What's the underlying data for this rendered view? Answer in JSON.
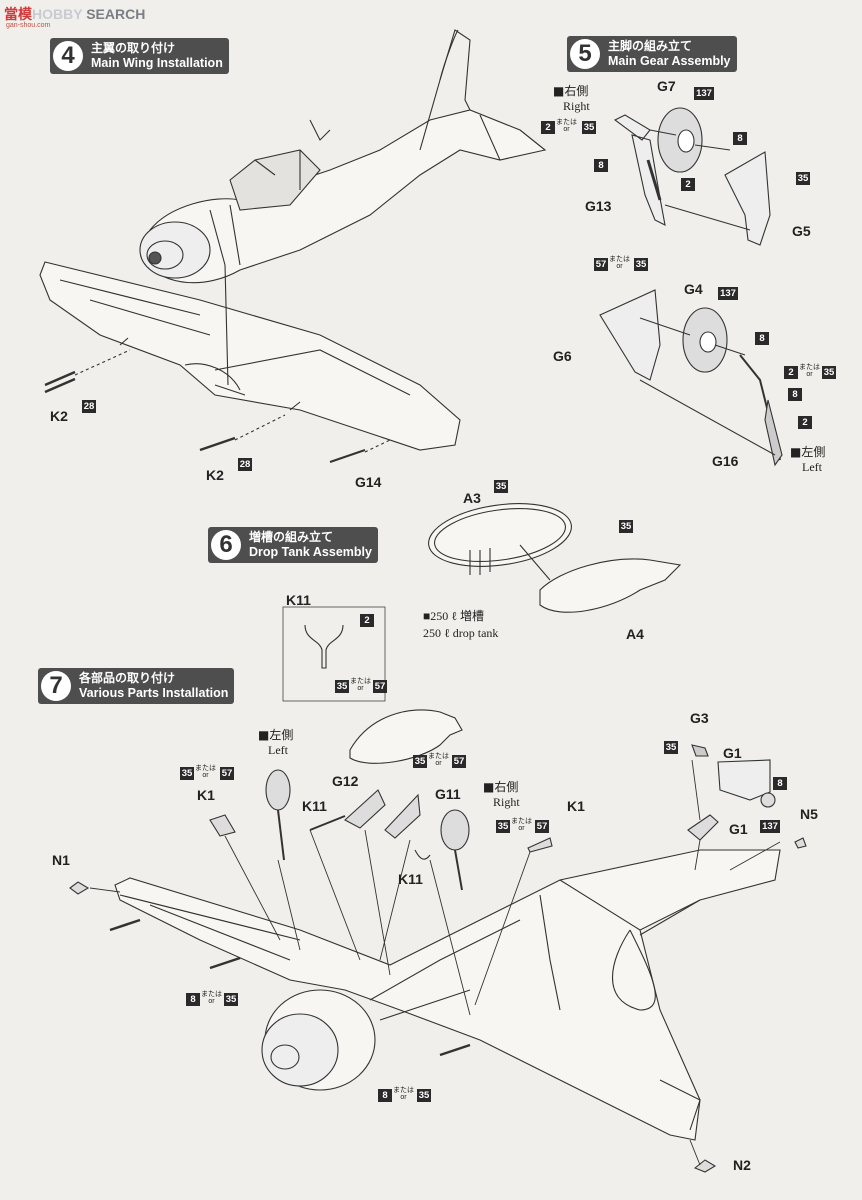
{
  "watermark": {
    "brand_cn": "當模",
    "brand_en": "SEARCH",
    "brand_mid": "HOBBY",
    "url": "gan-shou.com"
  },
  "steps": [
    {
      "num": "4",
      "jp": "主翼の取り付け",
      "en": "Main Wing Installation"
    },
    {
      "num": "5",
      "jp": "主脚の組み立て",
      "en": "Main Gear Assembly"
    },
    {
      "num": "6",
      "jp": "増槽の組み立て",
      "en": "Drop Tank Assembly"
    },
    {
      "num": "7",
      "jp": "各部品の取り付け",
      "en": "Various Parts Installation"
    }
  ],
  "parts": {
    "k2": "K2",
    "g14": "G14",
    "g7": "G7",
    "g13": "G13",
    "g5": "G5",
    "g4": "G4",
    "g6": "G6",
    "g16": "G16",
    "a3": "A3",
    "a4": "A4",
    "k11": "K11",
    "k1": "K1",
    "n1": "N1",
    "g12": "G12",
    "g11": "G11",
    "g3": "G3",
    "g1": "G1",
    "n5": "N5",
    "n2": "N2"
  },
  "colors": {
    "c28": "28",
    "c35": "35",
    "c2": "2",
    "c8": "8",
    "c137": "137",
    "c57": "57",
    "or_jp": "または",
    "or_en": "or"
  },
  "sides": {
    "right_jp": "右側",
    "right_en": "Right",
    "left_jp": "左側",
    "left_en": "Left",
    "sq": "■"
  },
  "drop_tank_note": {
    "line1": "■250 ℓ  増槽",
    "line2": "250 ℓ  drop tank"
  }
}
